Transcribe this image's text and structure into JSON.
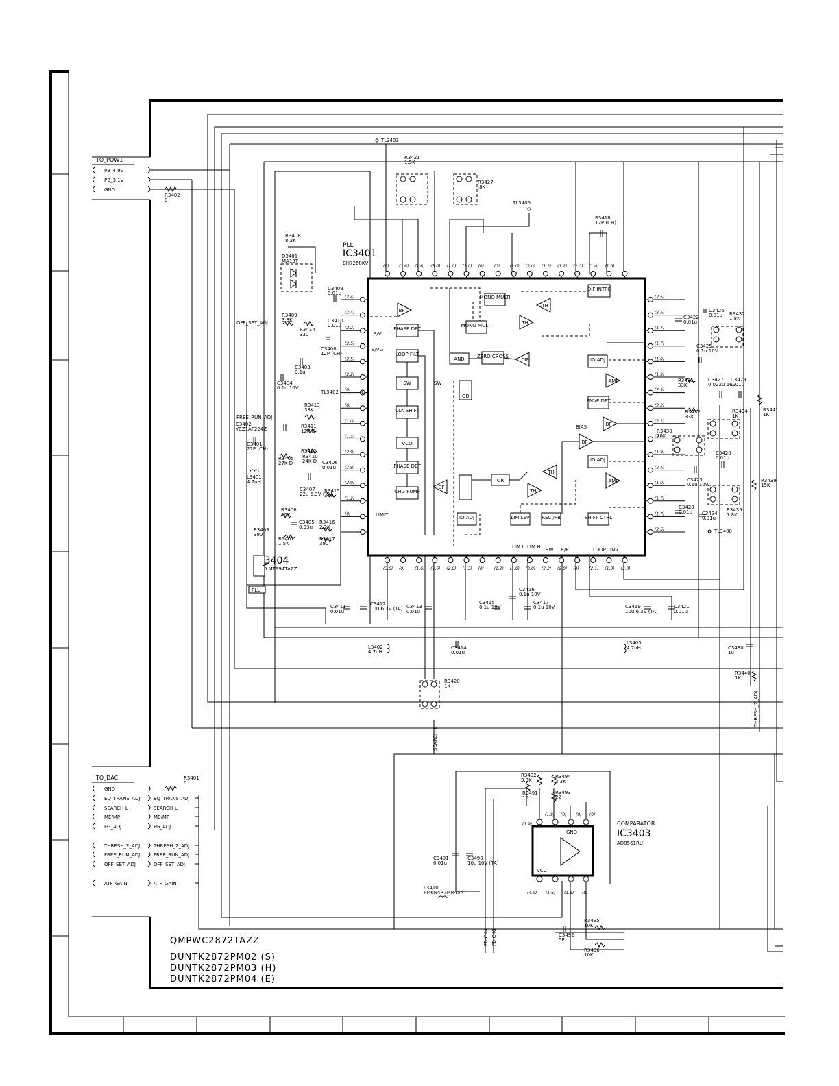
{
  "connectors": {
    "to_pow": {
      "title": "TO_POW1",
      "pins": [
        "PB_4.9V",
        "PB_3.1V",
        "GND"
      ]
    },
    "to_dac": {
      "title": "TO_DAC",
      "pins": [
        "GND",
        "EQ_TRANS_ADJ",
        "SEARCH-L",
        "ME/MP",
        "FG_ADJ",
        "THRESH_2_ADJ",
        "FREE_RUN_ADJ",
        "OFF_SET_ADJ",
        "ATF_GAIN"
      ],
      "net_labels": [
        "EQ_TRANS_ADJ",
        "SEARCH-L",
        "ME/MP",
        "FG_ADJ",
        "THRESH_2_ADJ",
        "FREE_RUN_ADJ",
        "OFF_SET_ADJ",
        "ATF_GAIN"
      ]
    }
  },
  "ic3401": {
    "section": "PLL",
    "ref": "IC3401",
    "part": "BH7268KV",
    "blocks": [
      "MONO MULTI",
      "MONO MULTI",
      "PHASE DET",
      "LOOP FILT",
      "SW",
      "CLK SHIFT",
      "VCO",
      "PHASE DET",
      "CHG PUMP",
      "AND",
      "ZERO CROSS",
      "DIF",
      "DIF INTFC",
      "IO ADJ",
      "AMP",
      "ENVE DET",
      "BF",
      "BF",
      "IO ADJ",
      "AMP",
      "TH",
      "TH",
      "TH",
      "TH",
      "OR",
      "IO ADJ",
      "LIM LEV",
      "REC /PB",
      "SHIFT CTRL",
      "BF",
      "BF"
    ],
    "top_voltages": [
      "(0)",
      "(1.6)",
      "(1.6)",
      "(3.0)",
      "(2.0)",
      "(2.0)",
      "(0)",
      "(0)",
      "(2.0)",
      "(2.0)",
      "(1.2)",
      "(1.2)",
      "(2.0)",
      "(1.0)",
      "(1.0)"
    ],
    "bottom_voltages": [
      "(3.0)",
      "(0)",
      "(1.6)",
      "(1.6)",
      "(2.8)",
      "(1.3)",
      "(0)",
      "(1.2)",
      "(1.0)",
      "(0.8)",
      "(2.2)",
      "(2.0)",
      "(0)",
      "(2.1)",
      "(1.3)",
      "(3.0)"
    ],
    "left_voltages": [
      "(2.4)",
      "(2.4)",
      "(2.2)",
      "(2.5)",
      "(2.5)",
      "(2.2)",
      "(0)",
      "(0)",
      "(1.0)",
      "(1.3)",
      "(2.9)",
      "(2.9)",
      "(2.9)",
      "(1.2)",
      "(0)"
    ],
    "right_voltages": [
      "(2.5)",
      "(2.5)",
      "(1.7)",
      "(1.7)",
      "(1.0)",
      "(1.9)",
      "(2.5)",
      "(2.2)",
      "(2.1)",
      "(2.5)",
      "(1.9)",
      "(2.5)",
      "(1.0)",
      "(1.7)",
      "(1.7)",
      "(2.5)",
      "(2.5)"
    ],
    "inner_labels": [
      "S/V",
      "S/VG",
      "SW",
      "QB",
      "LIMIT",
      "BIAS",
      "LIM L",
      "LIM H",
      "SW",
      "R/P",
      "LOOP",
      "INV"
    ]
  },
  "components": [
    {
      "ref": "R3421",
      "value": "1.5K"
    },
    {
      "ref": "R3427",
      "value": ".8K"
    },
    {
      "ref": "R3418",
      "value": "12P (CH)"
    },
    {
      "ref": "R3408",
      "value": "8.2K"
    },
    {
      "ref": "D3401",
      "value": "MA13T"
    },
    {
      "ref": "C3409",
      "value": "0.01u"
    },
    {
      "ref": "R3409",
      "value": "3.3K"
    },
    {
      "ref": "R3414",
      "value": "330"
    },
    {
      "ref": "C3410",
      "value": "0.01u"
    },
    {
      "ref": "C3408",
      "value": "12P (CH)"
    },
    {
      "ref": "C3403",
      "value": "0.1u"
    },
    {
      "ref": "C3404",
      "value": "0.1u 10V"
    },
    {
      "ref": "R3413",
      "value": "33K"
    },
    {
      "ref": "C3402",
      "value": "YCZ1AF224Z"
    },
    {
      "ref": "R3411",
      "value": "12K D"
    },
    {
      "ref": "R3412",
      "value": ""
    },
    {
      "ref": "C3401",
      "value": "22P (CH)"
    },
    {
      "ref": "R3405",
      "value": "27K D"
    },
    {
      "ref": "R3410",
      "value": "24K D"
    },
    {
      "ref": "C3406",
      "value": "0.01u"
    },
    {
      "ref": "L3401",
      "value": "4.7uH"
    },
    {
      "ref": "C3407",
      "value": "22u 6.3V (TA)"
    },
    {
      "ref": "R3415",
      "value": "300"
    },
    {
      "ref": "R3406",
      "value": "10K"
    },
    {
      "ref": "C3405",
      "value": "0.33u"
    },
    {
      "ref": "R3416",
      "value": "2.2K"
    },
    {
      "ref": "R3403",
      "value": "390"
    },
    {
      "ref": "R3407",
      "value": "1.5K"
    },
    {
      "ref": "R3417",
      "value": "390"
    },
    {
      "ref": "R3404",
      "value": "330 MT994TAZZ"
    },
    {
      "ref": "C3411",
      "value": "0.01u"
    },
    {
      "ref": "C3412",
      "value": "10u 6.3V (TA)"
    },
    {
      "ref": "C3413",
      "value": "0.01u"
    },
    {
      "ref": "C3415",
      "value": "0.1u 10V"
    },
    {
      "ref": "C3416",
      "value": "0.1u 10V"
    },
    {
      "ref": "C3417",
      "value": "0.1u 10V"
    },
    {
      "ref": "C3419",
      "value": "10u 6.3V (TA)"
    },
    {
      "ref": "C3421",
      "value": "0.01u"
    },
    {
      "ref": "L3402",
      "value": "4.7uH"
    },
    {
      "ref": "C3414",
      "value": "0.01u"
    },
    {
      "ref": "L3403",
      "value": "4.7uH"
    },
    {
      "ref": "R3420",
      "value": "1K"
    },
    {
      "ref": "C3426",
      "value": "0.01u"
    },
    {
      "ref": "C3422",
      "value": "0.01u"
    },
    {
      "ref": "R3437",
      "value": "1.8K"
    },
    {
      "ref": "C3425",
      "value": "0.1u 10V"
    },
    {
      "ref": "R3431",
      "value": "33K"
    },
    {
      "ref": "C3427",
      "value": "0.022u 16V"
    },
    {
      "ref": "C3429",
      "value": "0.01u"
    },
    {
      "ref": "R3432",
      "value": "33K"
    },
    {
      "ref": "R3434",
      "value": "1K"
    },
    {
      "ref": "R3441",
      "value": "1K"
    },
    {
      "ref": "R3430",
      "value": "10K"
    },
    {
      "ref": "C3428",
      "value": "0.01u"
    },
    {
      "ref": "C3423",
      "value": "0.1u 10V"
    },
    {
      "ref": "R3439",
      "value": "15K"
    },
    {
      "ref": "C3420",
      "value": "0.01u"
    },
    {
      "ref": "C3424",
      "value": "0.01u"
    },
    {
      "ref": "R3435",
      "value": "1.8K"
    },
    {
      "ref": "C3430",
      "value": "1u"
    },
    {
      "ref": "R3440",
      "value": "1K"
    },
    {
      "ref": "R3402",
      "value": "0"
    },
    {
      "ref": "R3401",
      "value": "0"
    },
    {
      "ref": "R3492",
      "value": "3.3K"
    },
    {
      "ref": "R3494",
      "value": "3.3K"
    },
    {
      "ref": "R3493",
      "value": "22"
    },
    {
      "ref": "R3491",
      "value": "10"
    },
    {
      "ref": "C3491",
      "value": "0.01u"
    },
    {
      "ref": "C3490",
      "value": "10u 10V (TA)"
    },
    {
      "ref": "L3410",
      "value": "PM6N4R7MR45N"
    },
    {
      "ref": "C3492",
      "value": "5P"
    },
    {
      "ref": "R3495",
      "value": "10K"
    },
    {
      "ref": "R3496",
      "value": "10K"
    }
  ],
  "test_points": [
    "TL3403",
    "TL3406",
    "TL3402",
    "TL3408"
  ],
  "ic3403": {
    "section": "COMPARATOR",
    "ref": "IC3403",
    "part": "AD8561RU",
    "pin_labels": [
      "GND",
      "VCC"
    ],
    "top_voltages": [
      "(1.9)",
      "(0)",
      "(1.9)",
      "(0)",
      "(0)"
    ],
    "bottom_voltages": [
      "(4.9)",
      "(1.6)",
      "(1.6)",
      "(0)"
    ]
  },
  "net_labels_misc": [
    "OFF_SET_ADJ",
    "FREE_RUN_ADJ",
    "SEARCH-L",
    "THRESH_2_ADJ",
    "PB-CK4",
    "PB-CK8"
  ],
  "pll_tag": "PLL",
  "board": {
    "part_number": "QMPWC2872TAZZ",
    "units": [
      "DUNTK2872PM02 (S)",
      "DUNTK2872PM03 (H)",
      "DUNTK2872PM04 (E)"
    ]
  }
}
